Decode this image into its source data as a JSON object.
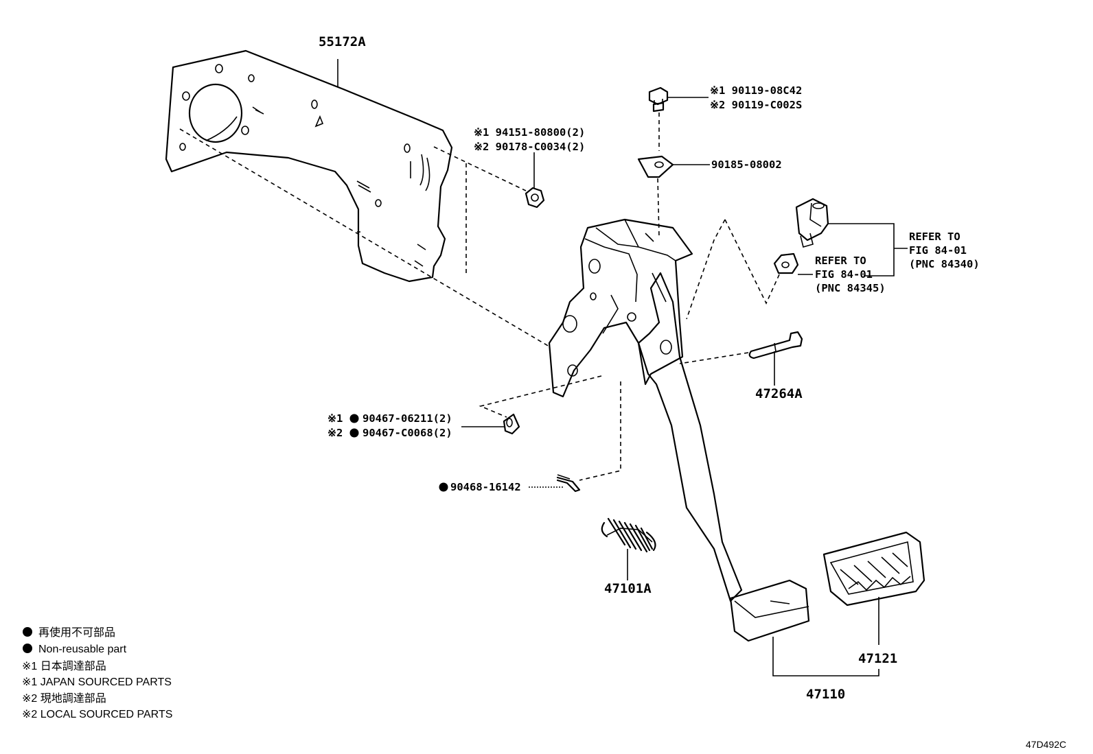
{
  "callouts": {
    "bracket": "55172A",
    "bolt_1": "※1 90119-08C42",
    "bolt_2": "※2 90119-C002S",
    "nut_clip": "90185-08002",
    "nut_1": "※1 94151-80800(2)",
    "nut_2": "※2 90178-C0034(2)",
    "switch_refer": [
      "REFER TO",
      "FIG 84-01",
      "(PNC 84340)"
    ],
    "clip_refer": [
      "REFER TO",
      "FIG 84-01",
      "(PNC 84345)"
    ],
    "pin": "47264A",
    "bushing_1_prefix": "※1",
    "bushing_1": "90467-06211(2)",
    "bushing_2_prefix": "※2",
    "bushing_2": "90467-C0068(2)",
    "cotter_pin": "90468-16142",
    "spring": "47101A",
    "pedal_pad": "47121",
    "pedal_assembly": "47110"
  },
  "legend": {
    "non_reusable_jp": "再使用不可部品",
    "non_reusable_en": "Non-reusable part",
    "japan_sourced_jp": "※1 日本調達部品",
    "japan_sourced_en": "※1 JAPAN SOURCED PARTS",
    "local_sourced_jp": "※2 現地調達部品",
    "local_sourced_en": "※2 LOCAL SOURCED PARTS"
  },
  "figure_code": "47D492C"
}
